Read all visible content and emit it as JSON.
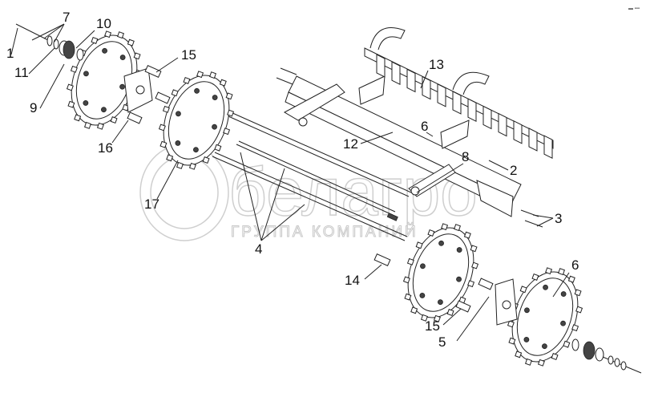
{
  "diagram": {
    "title": "Exploded view of wheel axle assembly",
    "callouts": [
      "7",
      "10",
      "1",
      "11",
      "9",
      "15",
      "16",
      "17",
      "4",
      "13",
      "6",
      "12",
      "2",
      "8",
      "3",
      "14",
      "15",
      "5",
      "6"
    ]
  },
  "watermark": {
    "logo": "белагро",
    "subtitle": "ГРУППА КОМПАНИЙ"
  },
  "corner_mark": "▬ ▪▪▪"
}
